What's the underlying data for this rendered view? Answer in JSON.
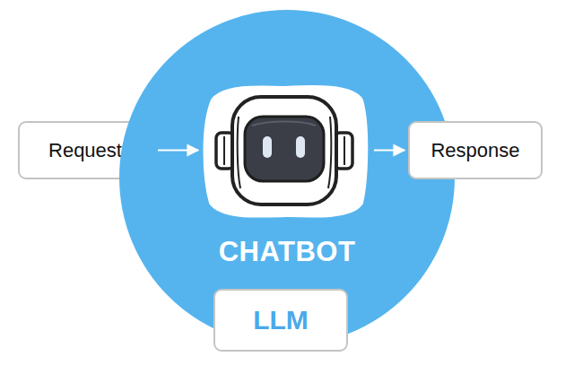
{
  "diagram": {
    "nodes": [
      {
        "text": [
          "Request"
        ]
      },
      {
        "text": [
          "CHATBOT"
        ]
      },
      {
        "text": [
          "Response"
        ]
      },
      {
        "text": [
          "LLM"
        ],
        "in": 1
      }
    ],
    "edges": [
      {
        "from": 0,
        "to": 1,
        "arrow": "to"
      },
      {
        "from": 1,
        "to": 2,
        "arrow": "to"
      }
    ]
  }
}
